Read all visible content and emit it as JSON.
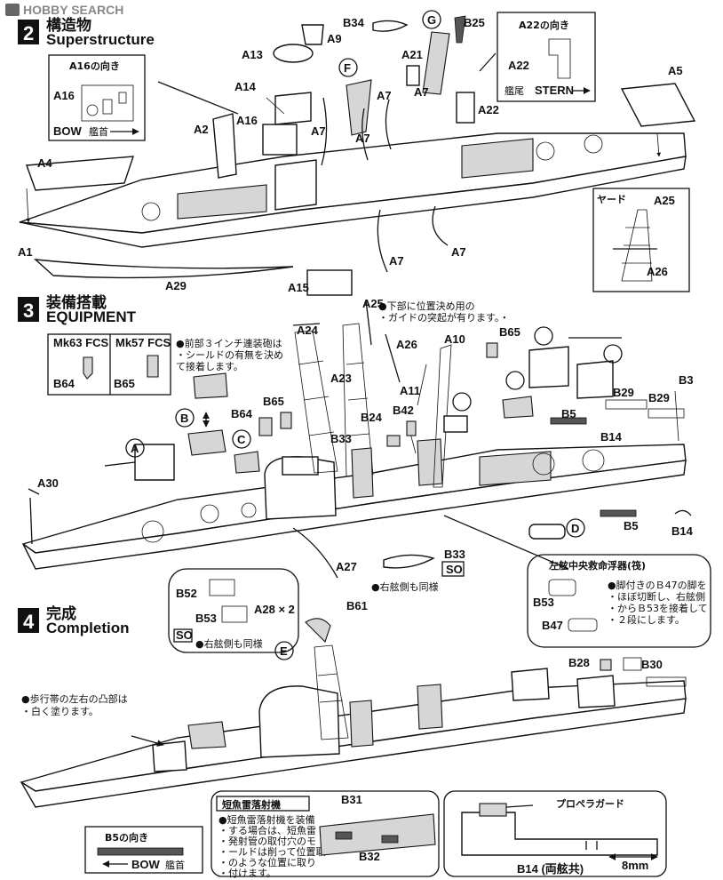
{
  "watermark": "HOBBY SEARCH",
  "step2": {
    "number": "2",
    "title_jp": "構造物",
    "title_en": "Superstructure",
    "labels": {
      "a1": "A1",
      "a2": "A2",
      "a4": "A4",
      "a5": "A5",
      "a7a": "A7",
      "a7b": "A7",
      "a7c": "A7",
      "a7d": "A7",
      "a7e": "A7",
      "a7f": "A7",
      "a9": "A9",
      "a13": "A13",
      "a14": "A14",
      "a15": "A15",
      "a16": "A16",
      "a21": "A21",
      "a22": "A22",
      "a29": "A29",
      "b25": "B25",
      "b34": "B34",
      "f": "F",
      "g": "G"
    },
    "inset_a16": {
      "title": "A16の向き",
      "label": "A16",
      "bow": "BOW",
      "bow_jp": "艦首"
    },
    "inset_a22": {
      "title": "A22の向き",
      "label": "A22",
      "stern_jp": "艦尾",
      "stern": "STERN"
    },
    "inset_yard": {
      "title": "ヤード",
      "a25": "A25",
      "a26": "A26"
    }
  },
  "step3": {
    "number": "3",
    "title_jp": "装備搭載",
    "title_en": "EQUIPMENT",
    "note_a25_1": "●下部に位置決め用の",
    "note_a25_2": "・ガイドの突起が有ります。・",
    "note_gun_1": "●前部３インチ連装砲は",
    "note_gun_2": "・シールドの有無を決め",
    "note_gun_3": "て接着します。",
    "fcs_mk63": "Mk63 FCS",
    "fcs_mk57": "Mk57 FCS",
    "labels": {
      "a10": "A10",
      "a11": "A11",
      "a23": "A23",
      "a24": "A24",
      "a25": "A25",
      "a26": "A26",
      "a27": "A27",
      "a28": "A28 × 2",
      "a30": "A30",
      "b3": "B3",
      "b5a": "B5",
      "b5b": "B5",
      "b14a": "B14",
      "b14b": "B14",
      "b24": "B24",
      "b29a": "B29",
      "b29b": "B29",
      "b33a": "B33",
      "b33b": "B33",
      "b42": "B42",
      "b52": "B52",
      "b53": "B53",
      "b61": "B61",
      "b64a": "B64",
      "b64b": "B64",
      "b65a": "B65",
      "b65b": "B65",
      "b65c": "B65",
      "ca": "A",
      "cb": "B",
      "cc": "C",
      "cd": "D",
      "ce": "E",
      "so": "SO"
    },
    "starboard_same": "●右舷側も同様",
    "starboard_same2": "●右舷側も同様",
    "raft_inset": {
      "title": "左舷中央救命浮器(筏)",
      "b53": "B53",
      "b47": "B47",
      "note_1": "●脚付きのＢ47の脚を",
      "note_2": "・ほぼ切断し、右舷側",
      "note_3": "・からＢ53を接着して",
      "note_4": "・２段にします。"
    }
  },
  "step4": {
    "number": "4",
    "title_jp": "完成",
    "title_en": "Completion",
    "note_walk_1": "●歩行帯の左右の凸部は",
    "note_walk_2": "・白く塗ります。",
    "labels": {
      "b28": "B28",
      "b30": "B30",
      "e": "E"
    },
    "torpedo_inset": {
      "title": "短魚雷落射機",
      "b31": "B31",
      "b32": "B32",
      "note_1": "●短魚雷落射機を装備",
      "note_2": "・する場合は、短魚雷",
      "note_3": "・発射管の取付穴のモ",
      "note_4": "・ールドは削って位置取",
      "note_5": "・のような位置に取り",
      "note_6": "・付けます。"
    },
    "b5_inset": {
      "title": "B5の向き",
      "bow": "BOW",
      "bow_jp": "艦首"
    },
    "prop_guard": {
      "title": "プロペラガード",
      "label": "B14 (両舷共)",
      "dim": "8mm"
    }
  }
}
